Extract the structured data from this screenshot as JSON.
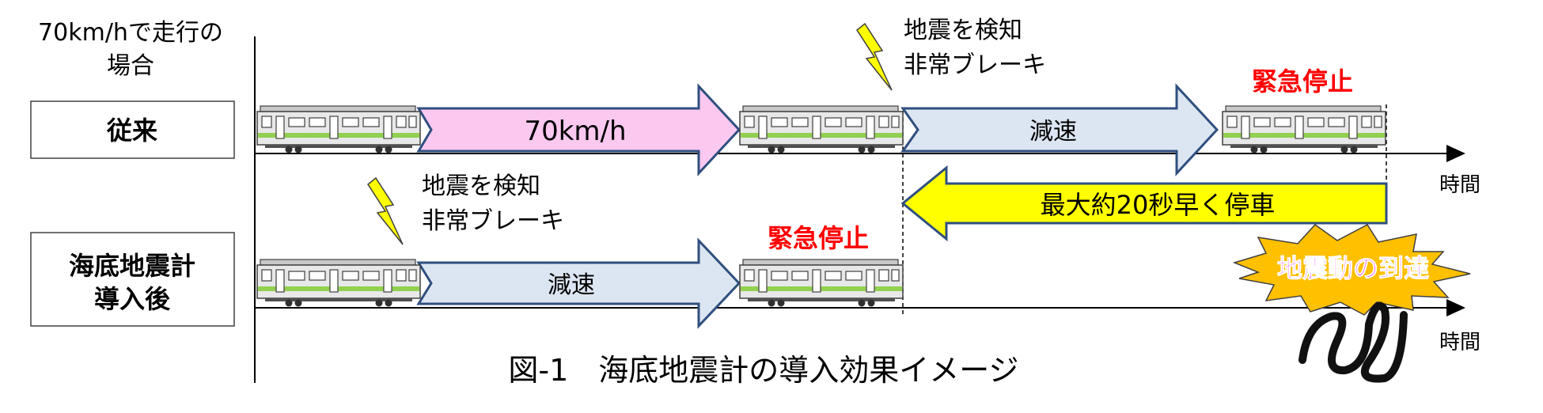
{
  "condition_label": [
    "70km/hで走行の",
    "場合"
  ],
  "rows": {
    "conventional": {
      "label": [
        "従来"
      ]
    },
    "after": {
      "label": [
        "海底地震計",
        "導入後"
      ]
    }
  },
  "arrows": {
    "speed": "70km/h",
    "decel_top": "減速",
    "decel_bottom": "減速",
    "gain": "最大約20秒早く停車"
  },
  "events": {
    "detect_top": [
      "地震を検知",
      "非常ブレーキ"
    ],
    "detect_bottom": [
      "地震を検知",
      "非常ブレーキ"
    ],
    "stop_top": "緊急停止",
    "stop_bottom": "緊急停止",
    "arrival": "地震動の到達"
  },
  "axis": {
    "time_top": "時間",
    "time_bottom": "時間"
  },
  "caption": "図-1　海底地震計の導入効果イメージ",
  "colors": {
    "speed_arrow": "#fbc8f0",
    "decel_arrow": "#dce6f2",
    "gain_arrow": "#ffff00",
    "arrow_stroke": "#2f4f7f",
    "stop_text": "#ff0000",
    "lightning": "#ffff00",
    "burst": "#ffc000",
    "arrival_text": "#ff00ff",
    "train_body": "#e8e8e8",
    "train_stripe": "#92d050"
  },
  "icons": [
    "train-icon",
    "lightning-icon",
    "seismic-wave-icon",
    "burst-icon",
    "axis-arrowhead-icon"
  ]
}
